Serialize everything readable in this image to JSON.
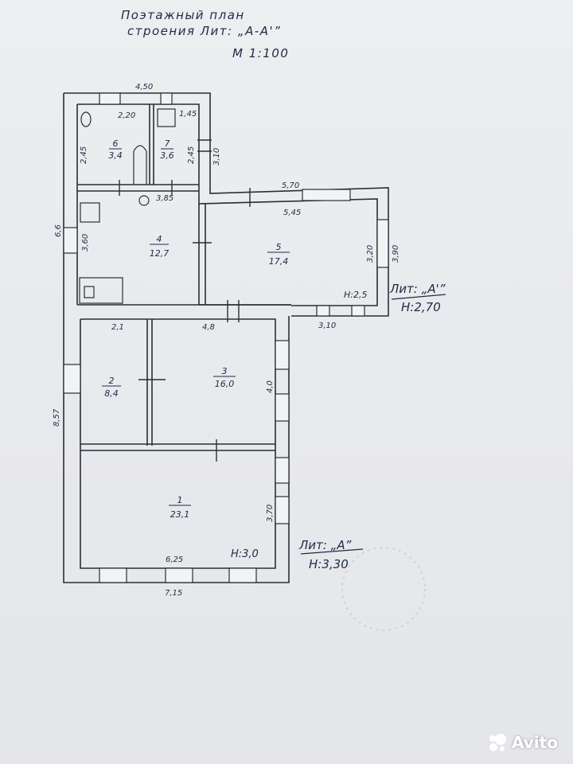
{
  "title_line1": "Поэтажный план",
  "title_line2": "строения Лит: „А-А'”",
  "scale": "М 1:100",
  "dims": {
    "top_width": "4,50",
    "bath_width": "2,20",
    "wc_width": "1,45",
    "bath_height": "2,45",
    "wc_height": "2,45",
    "upper_right_height": "3,10",
    "kitchen_bottom": "3,85",
    "annex_outer_width": "5,70",
    "annex_inner_width": "5,45",
    "left_upper": "6,6",
    "kitchen_height": "3,60",
    "room5_inner_height": "3,20",
    "room5_outer_height": "3,90",
    "annex_bottom": "3,10",
    "room2_width": "2,1",
    "room3_width": "4,8",
    "room3_height": "4,0",
    "left_total": "8,57",
    "room1_height": "3,70",
    "room1_inner_width": "6,25",
    "total_width": "7,15"
  },
  "rooms": [
    {
      "num": "6",
      "area": "3,4"
    },
    {
      "num": "7",
      "area": "3,6"
    },
    {
      "num": "4",
      "area": "12,7"
    },
    {
      "num": "5",
      "area": "17,4"
    },
    {
      "num": "2",
      "area": "8,4"
    },
    {
      "num": "3",
      "area": "16,0"
    },
    {
      "num": "1",
      "area": "23,1"
    }
  ],
  "heights": {
    "annex_inner": "H:2,5",
    "main_inner": "H:3,0"
  },
  "labels": {
    "lit_a1": "Лит: „А'”",
    "lit_a1_h": "Н:2,70",
    "lit_a": "Лит: „А”",
    "lit_a_h": "Н:3,30"
  },
  "watermark": "Avito",
  "colors": {
    "ink": "#1f2a44",
    "wall": "#2a2e36",
    "paper": "#ecedef"
  }
}
